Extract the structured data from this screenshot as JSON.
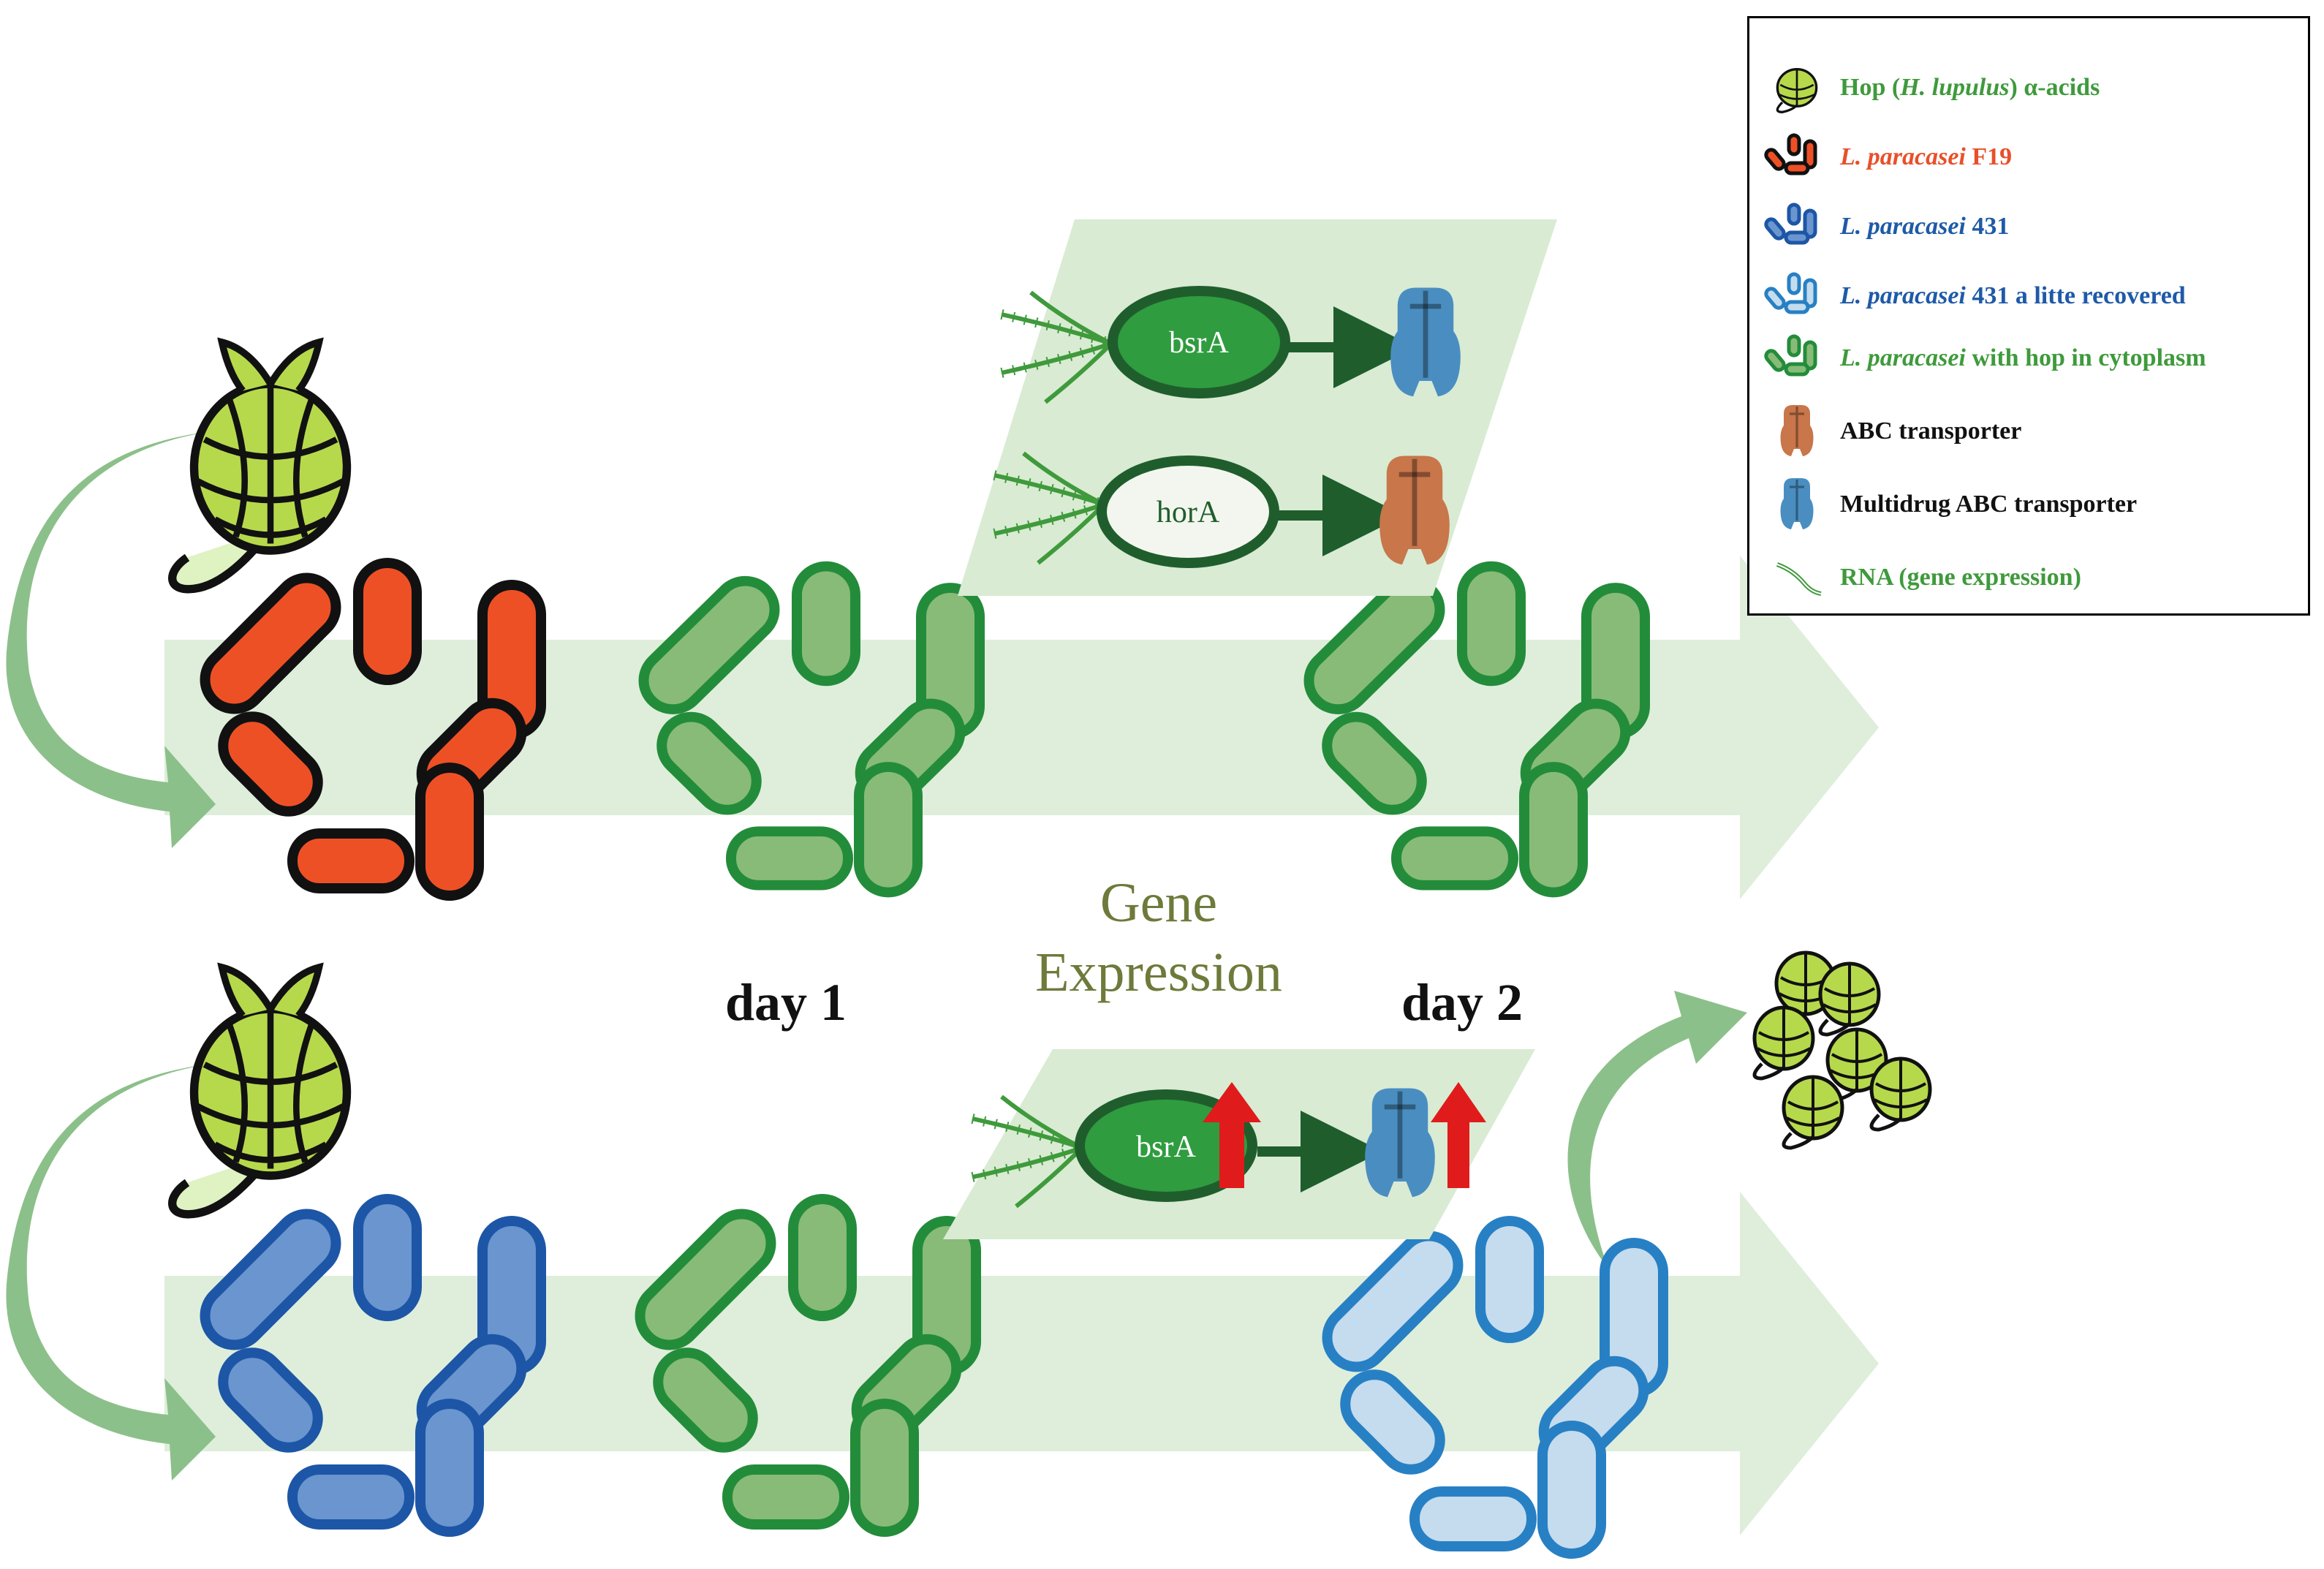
{
  "labels": {
    "day1": "day 1",
    "day2": "day 2",
    "gene_line1": "Gene",
    "gene_line2": "Expression",
    "gene_bsra_top": "bsrA",
    "gene_hora": "horA",
    "gene_bsra_bottom": "bsrA"
  },
  "legend": {
    "items": [
      {
        "italic": "",
        "pre": "Hop (",
        "it": "H. lupulus",
        "post": ") α-acids",
        "color": "#3f9a3c"
      },
      {
        "pre": "",
        "it": "L. paracasei",
        "post": " F19",
        "color": "#e8502a"
      },
      {
        "pre": "",
        "it": "L. paracasei",
        "post": " 431",
        "color": "#1e5aa8"
      },
      {
        "pre": "",
        "it": "L. paracasei",
        "post": " 431 a litte recovered",
        "color": "#1e5aa8"
      },
      {
        "pre": "",
        "it": "L. paracasei",
        "post": " with hop in cytoplasm",
        "color": "#3f9a3c"
      },
      {
        "pre": "ABC transporter",
        "it": "",
        "post": "",
        "color": "#111111"
      },
      {
        "pre": "Multidrug ABC transporter",
        "it": "",
        "post": "",
        "color": "#111111"
      },
      {
        "pre": "RNA (gene expression)",
        "it": "",
        "post": "",
        "color": "#3f9a3c"
      }
    ]
  },
  "colors": {
    "f19_fill": "#ee5026",
    "f19_stroke": "#111111",
    "l431_fill": "#6a95cf",
    "l431_stroke": "#1d56a6",
    "recovered_fill": "#c4dcee",
    "recovered_stroke": "#2880c4",
    "hop_cell_fill": "#88bb78",
    "hop_cell_stroke": "#238c3a",
    "arrow_band": "#deeedb",
    "panel": "#d9ebd3",
    "gene_text": "#6d7a3a",
    "abc_transporter": "#c8764a",
    "multidrug_transporter": "#4a8ec1",
    "up_arrow": "#e01b1b"
  }
}
